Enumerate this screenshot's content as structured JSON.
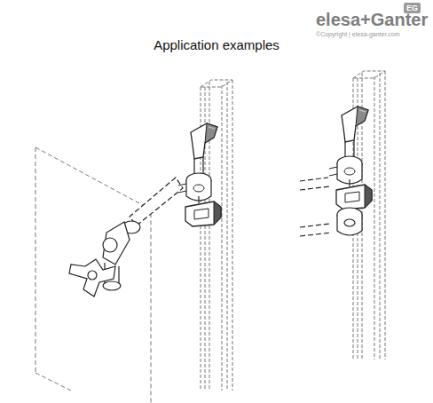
{
  "diagram": {
    "title": "Application examples",
    "labels": [
      "elesa+Ganter",
      "EG",
      "©Copyright | elesa-ganter.com"
    ]
  }
}
